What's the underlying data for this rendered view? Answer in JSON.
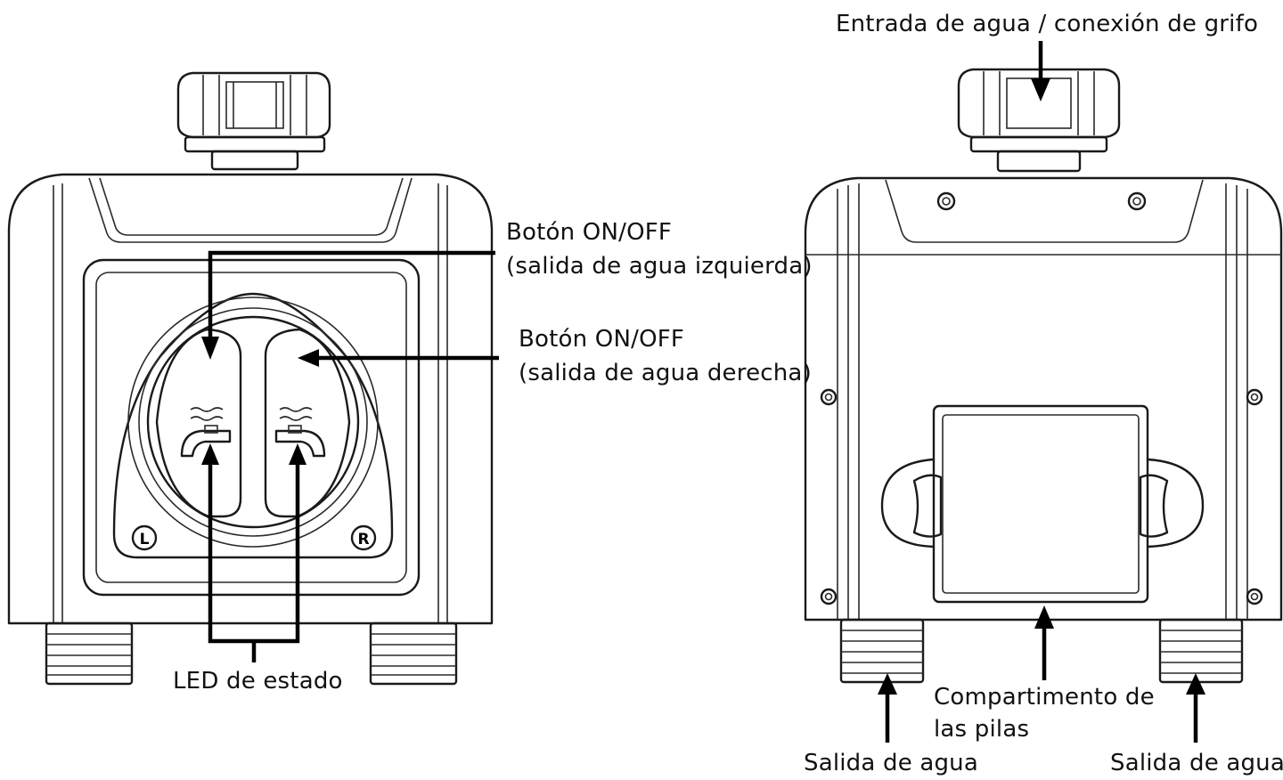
{
  "labels": {
    "btn_left_line1": "Botón ON/OFF",
    "btn_left_line2": "(salida de agua izquierda)",
    "btn_right_line1": "Botón ON/OFF",
    "btn_right_line2": "(salida de agua derecha)",
    "led": "LED de estado",
    "inlet": "Entrada de agua / conexión de grifo",
    "battery_line1": "Compartimento de",
    "battery_line2": "las pilas",
    "outlet_left": "Salida de agua",
    "outlet_right": "Salida de agua"
  },
  "device_marks": {
    "left_side": "L",
    "right_side": "R"
  },
  "colors": {
    "line": "#1a1a1a",
    "arrow": "#000000",
    "background": "#ffffff"
  }
}
